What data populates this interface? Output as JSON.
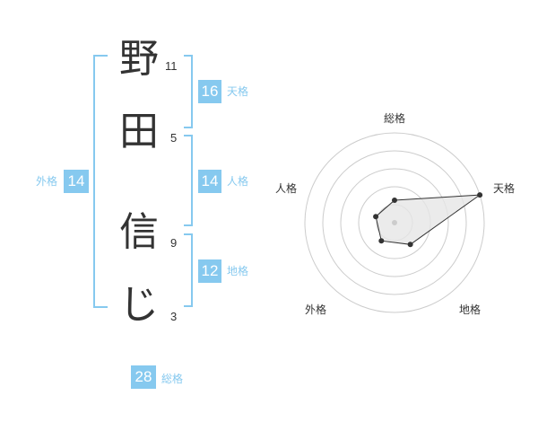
{
  "name": {
    "chars": [
      {
        "char": "野",
        "strokes": "11"
      },
      {
        "char": "田",
        "strokes": "5"
      },
      {
        "char": "信",
        "strokes": "9"
      },
      {
        "char": "じ",
        "strokes": "3"
      }
    ]
  },
  "fortunes": {
    "tenkaku": {
      "value": "16",
      "label": "天格"
    },
    "jinkaku": {
      "value": "14",
      "label": "人格"
    },
    "chikaku": {
      "value": "12",
      "label": "地格"
    },
    "gaikaku": {
      "value": "14",
      "label": "外格"
    },
    "soukaku": {
      "value": "28",
      "label": "総格"
    }
  },
  "radar": {
    "axes": [
      "総格",
      "天格",
      "地格",
      "外格",
      "人格"
    ],
    "values": [
      0.25,
      1.0,
      0.3,
      0.25,
      0.22
    ],
    "colors": {
      "ring": "#cccccc",
      "fill": "#e6e6e6",
      "line": "#333333"
    }
  },
  "colors": {
    "accent": "#86c9ef",
    "text": "#333333"
  }
}
